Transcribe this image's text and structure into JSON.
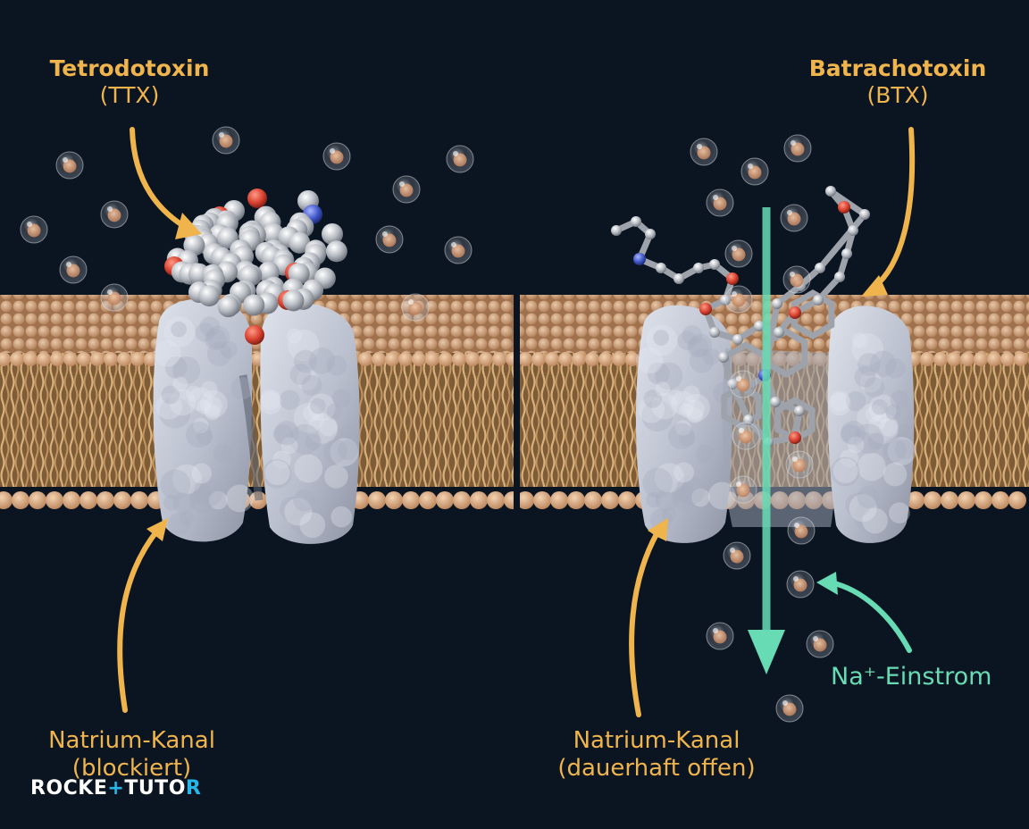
{
  "labels": {
    "ttx": {
      "name": "Tetrodotoxin",
      "abbr": "(TTX)"
    },
    "btx": {
      "name": "Batrachotoxin",
      "abbr": "(BTX)"
    },
    "left_channel": {
      "line1": "Natrium-Kanal",
      "line2": "(blockiert)"
    },
    "right_channel": {
      "line1": "Natrium-Kanal",
      "line2": "(dauerhaft offen)"
    },
    "influx": "Na⁺-Einstrom"
  },
  "logo": {
    "part1": "ROCKE",
    "plus": "+",
    "part2": "TUTO",
    "part3": "R"
  },
  "colors": {
    "background": "#0b1521",
    "label_orange": "#f0b44c",
    "influx_teal": "#67dcb4",
    "membrane_head": "#d9a77f",
    "membrane_tail": "#c89a5f",
    "channel_protein": "#c3c8d6",
    "oxygen": "#d8412f",
    "nitrogen": "#3f56c7",
    "carbon": "#b9bdc4",
    "ion": "#d7a786"
  }
}
